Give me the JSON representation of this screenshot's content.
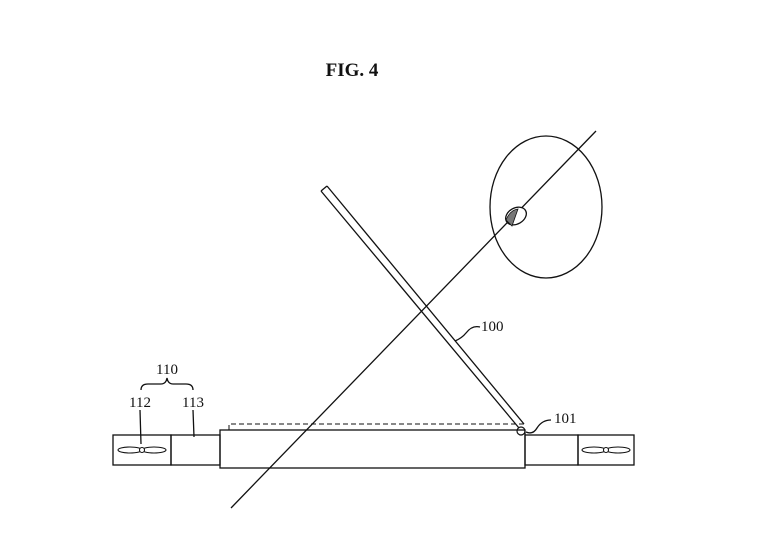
{
  "figure": {
    "title": "FIG. 4",
    "labels": {
      "ref_100": "100",
      "ref_101": "101",
      "ref_110": "110",
      "ref_112": "112",
      "ref_113": "113"
    }
  }
}
